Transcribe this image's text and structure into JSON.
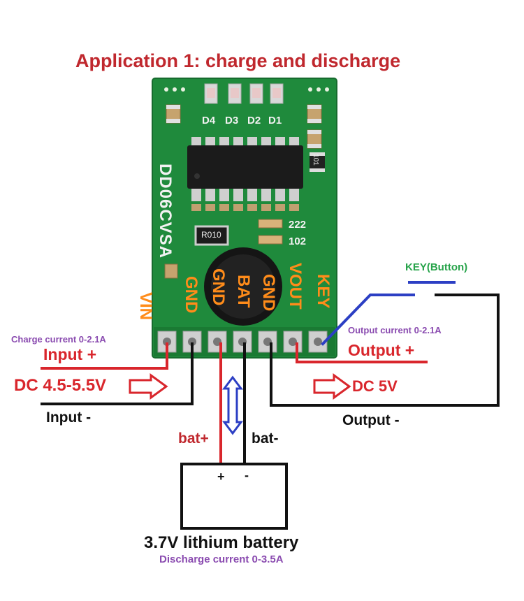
{
  "title": "Application 1: charge and discharge",
  "board": {
    "model": "DD06CVSA",
    "leds": [
      "D4",
      "D3",
      "D2",
      "D1"
    ],
    "resistor": "R010",
    "cap_labels": [
      "222",
      "102"
    ],
    "smd_label": "101",
    "pins": [
      "VIN",
      "GND",
      "GND",
      "BAT",
      "GND",
      "VOUT",
      "KEY"
    ]
  },
  "labels": {
    "key_button": "KEY(Button)",
    "charge_current": "Charge current 0-2.1A",
    "output_current": "Output current 0-2.1A",
    "input_plus": "Input +",
    "input_minus": "Input -",
    "dc_input": "DC 4.5-5.5V",
    "output_plus": "Output +",
    "output_minus": "Output -",
    "dc_output": "DC 5V",
    "bat_plus": "bat+",
    "bat_minus": "bat-",
    "battery_plus": "+",
    "battery_minus": "-",
    "battery": "3.7V lithium battery",
    "discharge_current": "Discharge current 0-3.5A"
  },
  "colors": {
    "title": "#c0282e",
    "pcb": "#1f8a3c",
    "pcb_dark": "#17702f",
    "pin_label": "#ff8c1a",
    "red_wire": "#d9262c",
    "blue_wire": "#2c3fc4",
    "black_wire": "#111111",
    "purple_text": "#8a4bb0",
    "green_text": "#27a34a"
  },
  "icons": [
    "right-arrow-icon",
    "double-arrow-icon"
  ]
}
